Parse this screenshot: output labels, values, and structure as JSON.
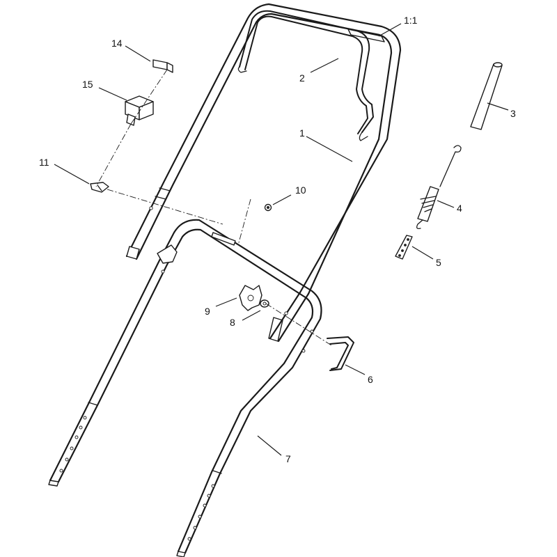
{
  "callouts": {
    "c1_1": "1:1",
    "c1": "1",
    "c2": "2",
    "c3": "3",
    "c4": "4",
    "c5": "5",
    "c6": "6",
    "c7": "7",
    "c8": "8",
    "c9": "9",
    "c10": "10",
    "c11": "11",
    "c14": "14",
    "c15": "15"
  }
}
